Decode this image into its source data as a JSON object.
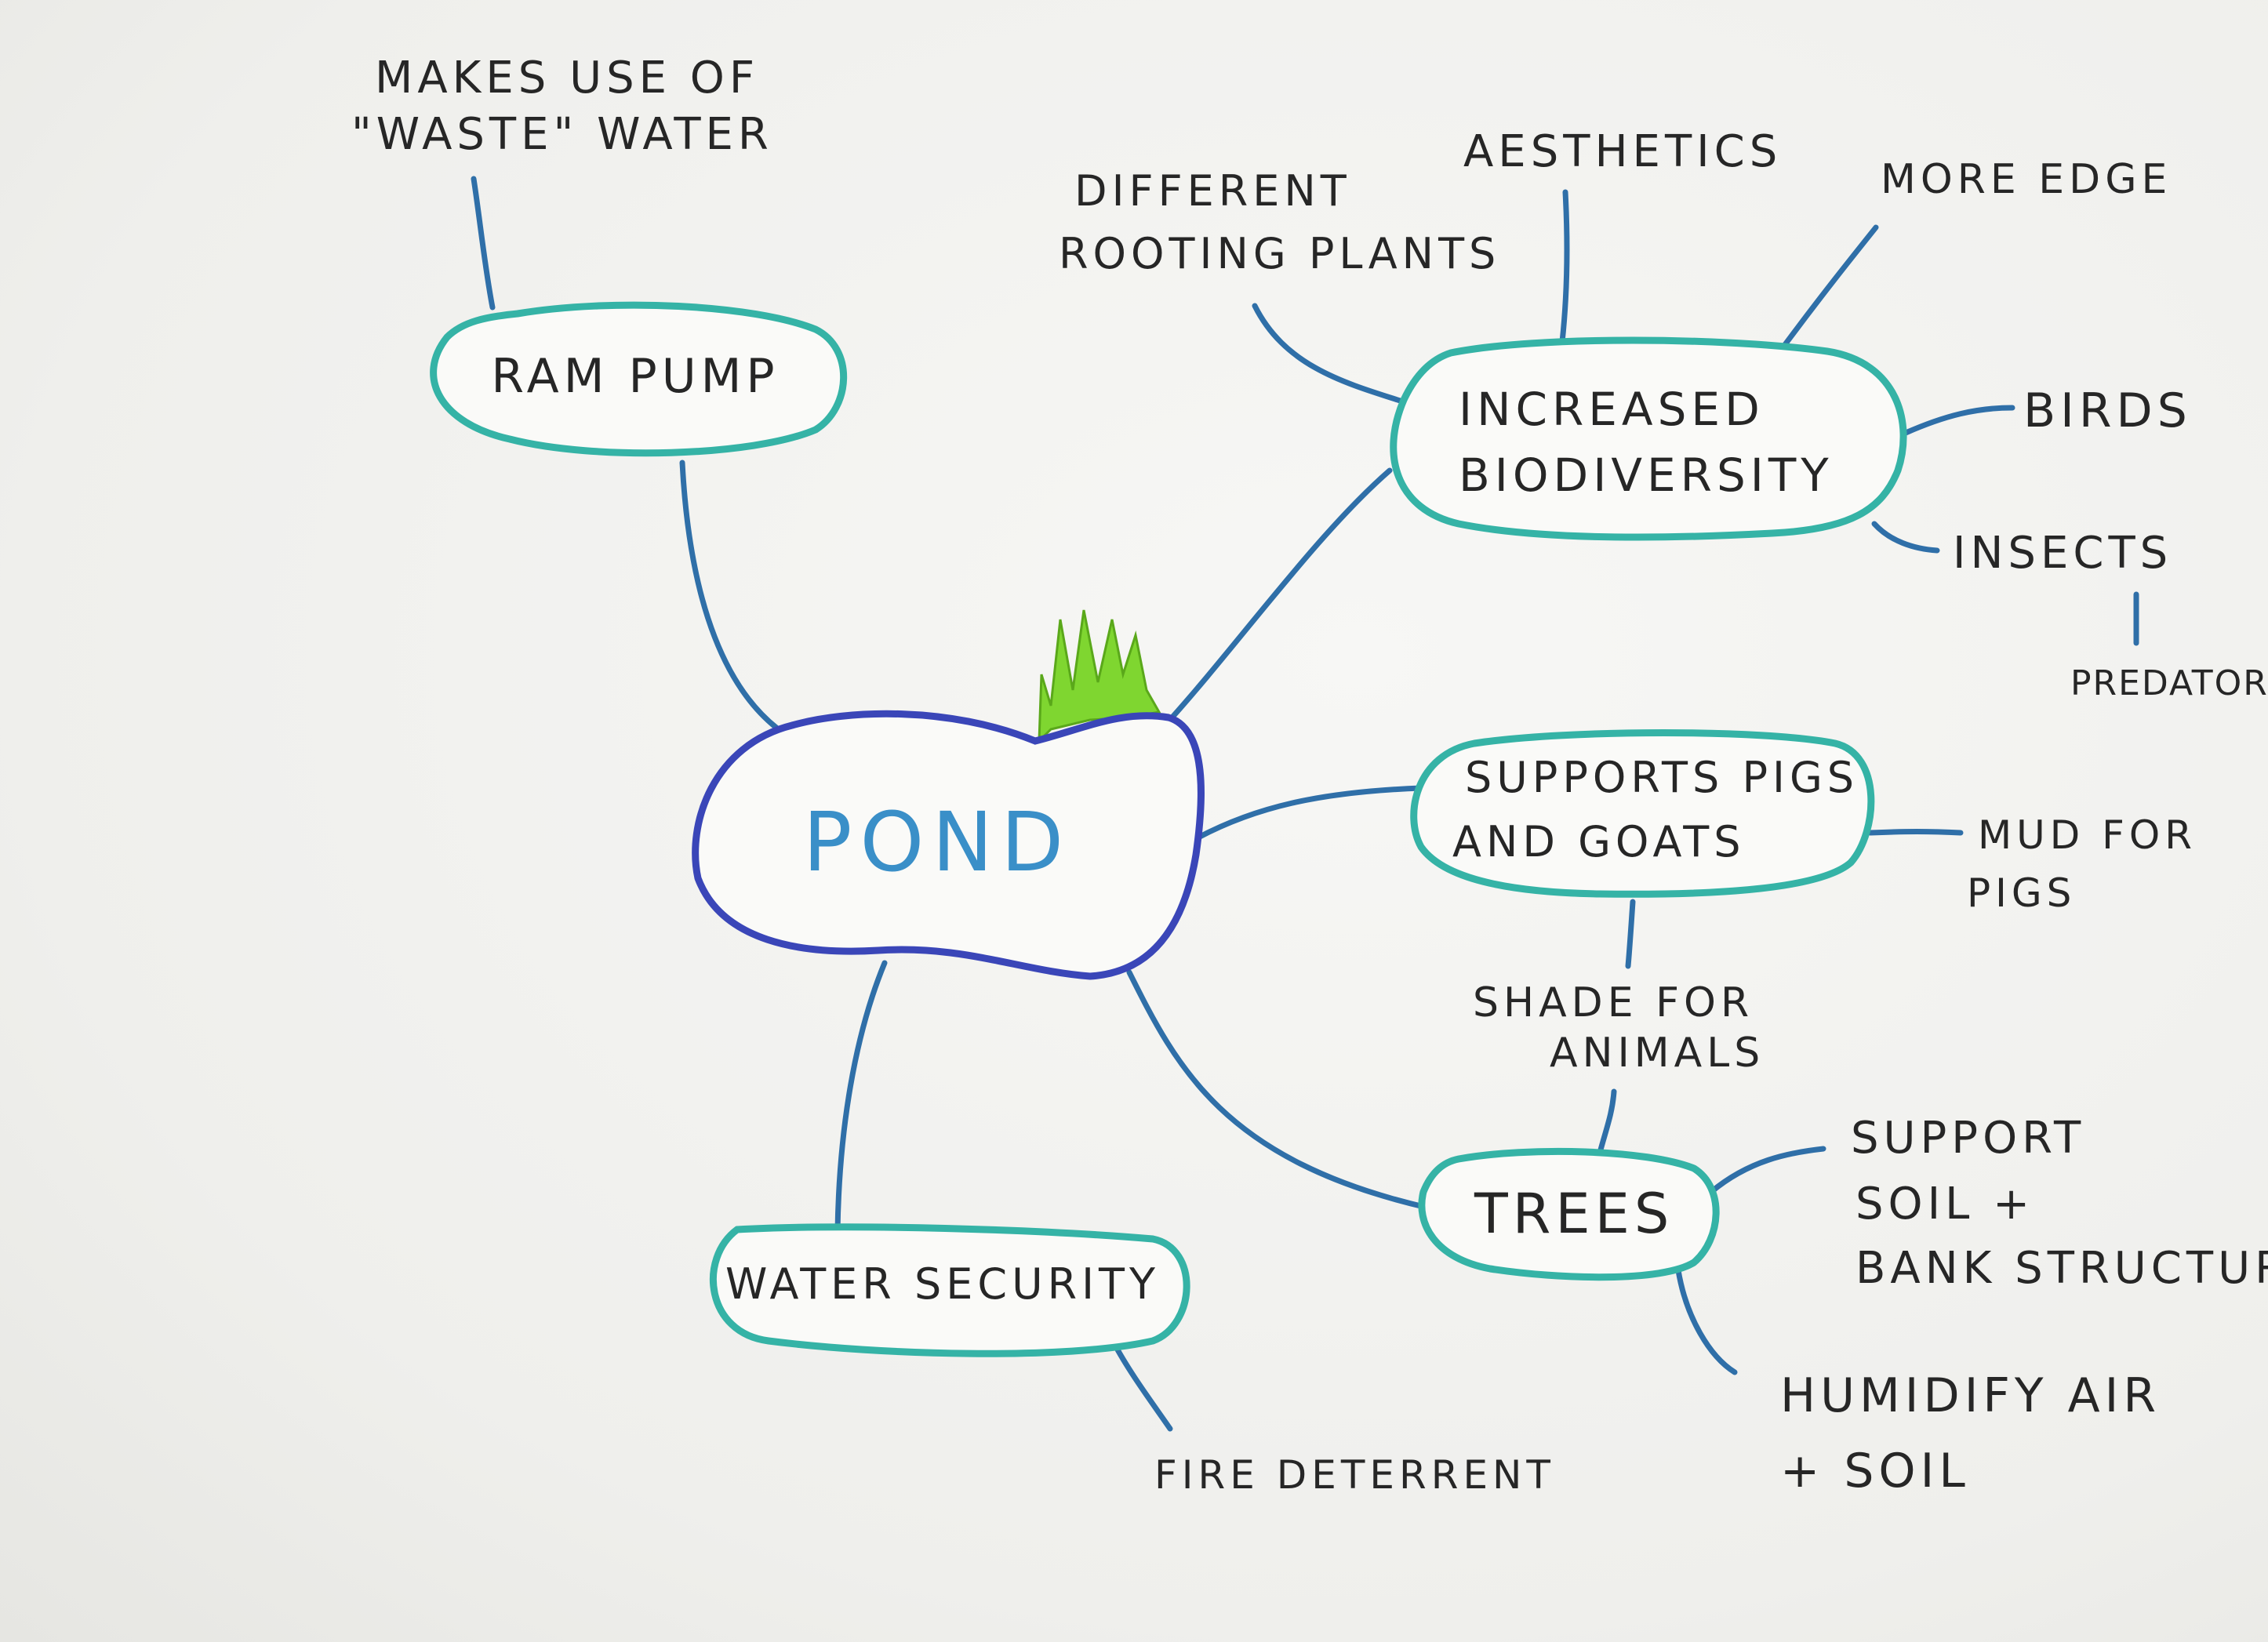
{
  "center": {
    "label": "POND"
  },
  "nodes": {
    "ram_pump": {
      "label": "RAM PUMP",
      "leaves": {
        "waste_water_1": "MAKES USE OF",
        "waste_water_2": "\"WASTE\" WATER"
      }
    },
    "biodiversity": {
      "label_line1": "INCREASED",
      "label_line2": "BIODIVERSITY",
      "leaves": {
        "rooting_1": "DIFFERENT",
        "rooting_2": "ROOTING PLANTS",
        "aesthetics": "AESTHETICS",
        "more_edge": "MORE EDGE",
        "birds": "BIRDS",
        "insects": "INSECTS",
        "predators": "PREDATORS"
      }
    },
    "pigs_goats": {
      "label_line1": "SUPPORTS PIGS",
      "label_line2": "AND GOATS",
      "leaves": {
        "mud_1": "MUD FOR",
        "mud_2": "PIGS",
        "shade_1": "SHADE FOR",
        "shade_2": "ANIMALS"
      }
    },
    "trees": {
      "label": "TREES",
      "leaves": {
        "support_1": "SUPPORT",
        "support_2": "SOIL +",
        "support_3": "BANK STRUCTURE",
        "humidify_1": "HUMIDIFY AIR",
        "humidify_2": "+ SOIL"
      }
    },
    "water_security": {
      "label": "WATER SECURITY",
      "leaves": {
        "fire": "FIRE DETERRENT"
      }
    }
  },
  "colors": {
    "center_outline": "#3a46b8",
    "node_outline": "#35b3a6",
    "connector": "#2f6fa8",
    "grass": "#7fd630",
    "ink": "#262626"
  }
}
